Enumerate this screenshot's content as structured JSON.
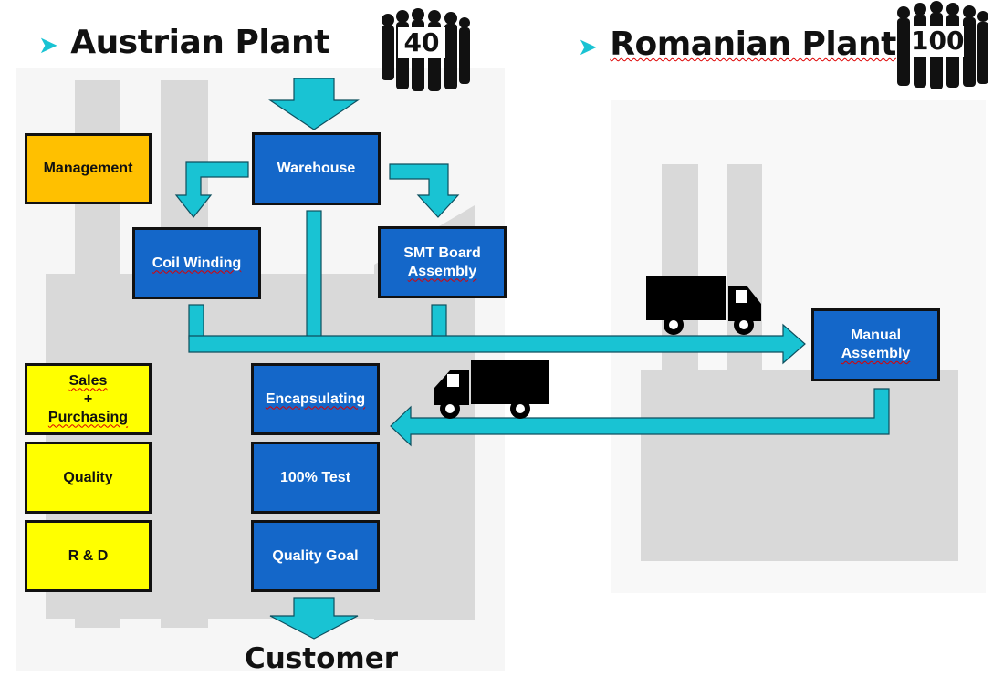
{
  "austrian": {
    "title": "Austrian Plant",
    "staff_count": "40",
    "boxes": {
      "management": "Management",
      "warehouse": "Warehouse",
      "coil_winding": "Coil Winding",
      "smt_line1": "SMT Board",
      "smt_line2": "Assembly",
      "sales_line1": "Sales",
      "sales_line2": "+",
      "sales_line3": "Purchasing",
      "quality": "Quality",
      "rnd": "R & D",
      "encapsulating": "Encapsulating",
      "test": "100% Test",
      "quality_goal": "Quality Goal"
    }
  },
  "romanian": {
    "title": "Romanian Plant",
    "staff_count": "100",
    "boxes": {
      "manual_line1": "Manual",
      "manual_line2": "Assembly"
    }
  },
  "customer": "Customer",
  "colors": {
    "arrow": "#19c3d3",
    "box_blue": "#1467c9",
    "management": "#ffc000",
    "support": "#ffff00",
    "factory": "#d9d9d9"
  },
  "icons": [
    "chevron-bullet-icon",
    "people-crowd-icon",
    "truck-icon",
    "factory-silhouette"
  ]
}
